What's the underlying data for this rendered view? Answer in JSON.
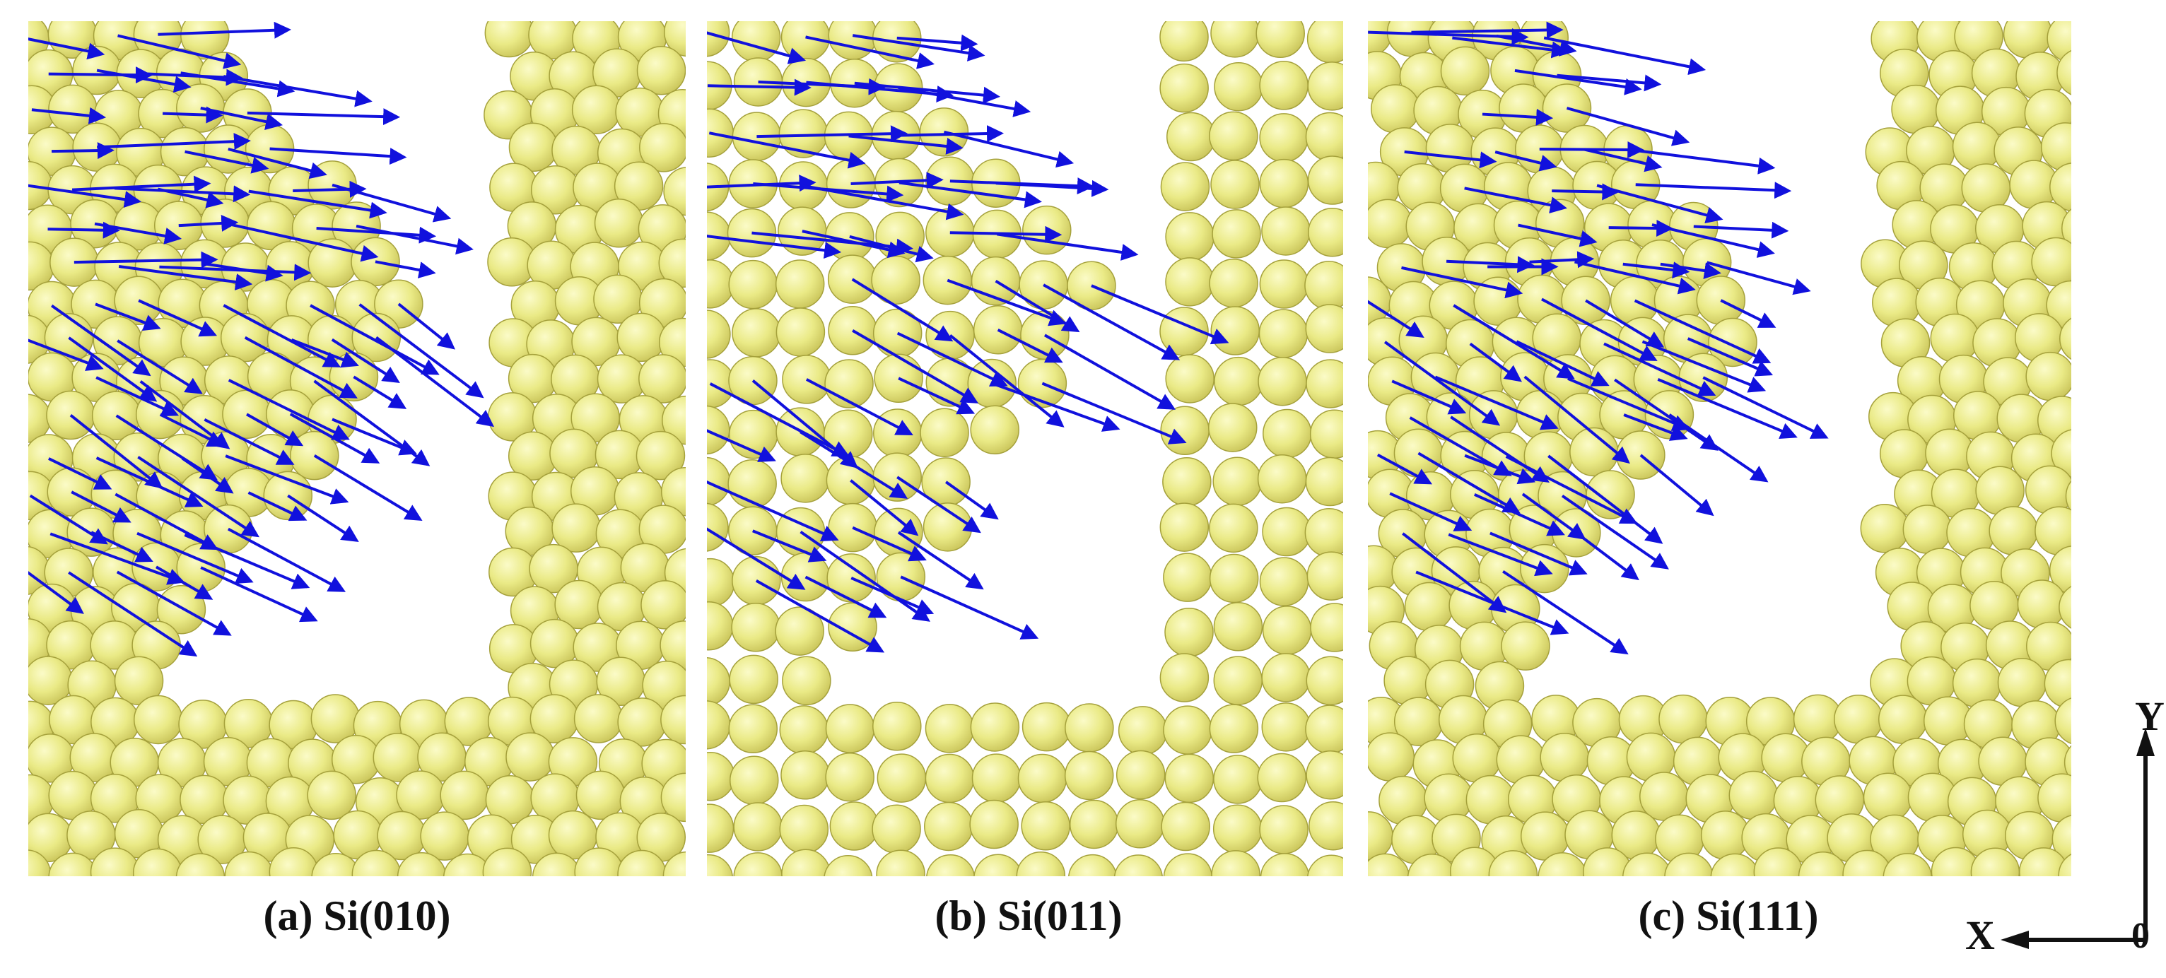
{
  "panels": [
    {
      "id": "a",
      "caption": "(a) Si(010)",
      "lattice": "hex"
    },
    {
      "id": "b",
      "caption": "(b) Si(011)",
      "lattice": "square"
    },
    {
      "id": "c",
      "caption": "(c) Si(111)",
      "lattice": "diag"
    }
  ],
  "axes": {
    "y_label": "Y",
    "x_label": "X",
    "origin_label": "0"
  },
  "colors": {
    "atom_fill": "#eaea86",
    "atom_highlight": "#fbfbc8",
    "atom_edge": "#a5a13c",
    "arrow": "#1111dd",
    "background": "#ffffff",
    "axis": "#111111"
  },
  "icons": {
    "atom": "sphere",
    "velocity": "arrow-right"
  }
}
